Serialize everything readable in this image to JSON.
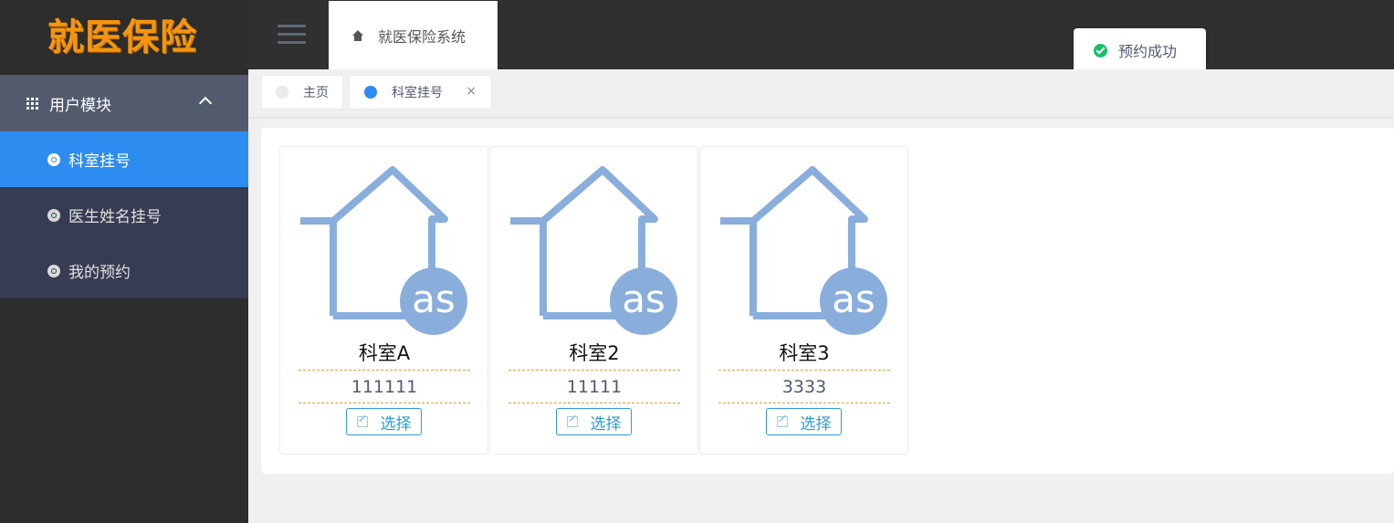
{
  "app": {
    "logo_text": "就医保险",
    "system_name": "就医保险系统"
  },
  "sidebar": {
    "group": {
      "label": "用户模块",
      "icon": "grid-icon",
      "expanded": true
    },
    "items": [
      {
        "label": "科室挂号",
        "active": true
      },
      {
        "label": "医生姓名挂号",
        "active": false
      },
      {
        "label": "我的预约",
        "active": false
      }
    ]
  },
  "toast": {
    "message": "预约成功",
    "icon": "check-circle-icon",
    "color": "#19be6b"
  },
  "tabs": [
    {
      "label": "主页"
    },
    {
      "label": "科室挂号",
      "close": "×"
    }
  ],
  "departments": [
    {
      "name": "科室A",
      "code": "111111",
      "button": "选择"
    },
    {
      "name": "科室2",
      "code": "11111",
      "button": "选择"
    },
    {
      "name": "科室3",
      "code": "3333",
      "button": "选择"
    }
  ],
  "colors": {
    "accent": "#2d8cf0",
    "logo": "#f5950f",
    "card_image": "#8aaedc"
  }
}
